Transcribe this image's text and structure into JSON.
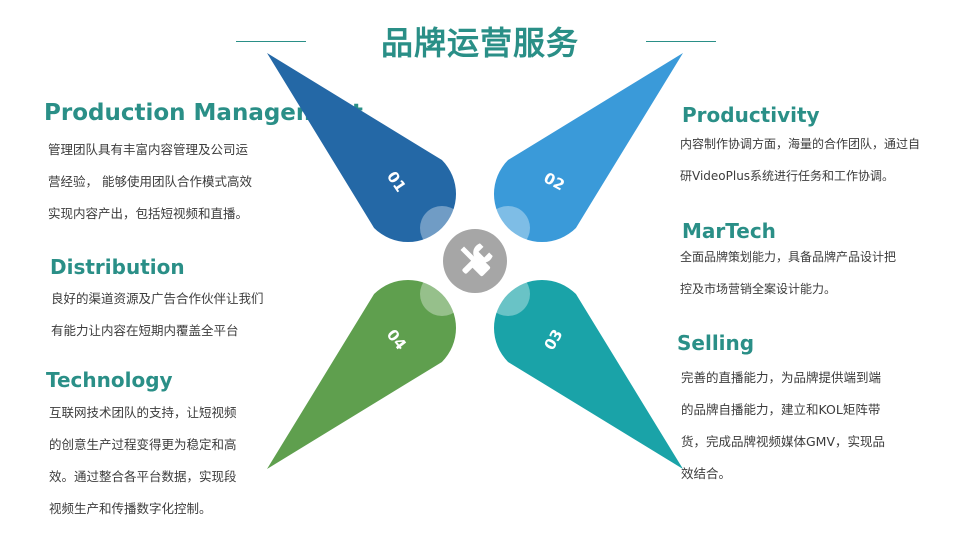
{
  "title": "品牌运营服务",
  "colors": {
    "accent": "#2a8f87",
    "petal_01": "#2468a6",
    "petal_02": "#3a9ad9",
    "petal_03": "#1aa3a8",
    "petal_04": "#5f9f4e",
    "hub": "#a6a6a6"
  },
  "hub_icon": "tools-icon",
  "petals": [
    {
      "num": "01"
    },
    {
      "num": "02"
    },
    {
      "num": "03"
    },
    {
      "num": "04"
    }
  ],
  "left": [
    {
      "heading": "Production Management",
      "lines": [
        "管理团队具有丰富内容管理及公司运",
        "营经验， 能够使用团队合作模式高效",
        "实现内容产出，包括短视频和直播。"
      ]
    },
    {
      "heading": "Distribution",
      "lines": [
        "良好的渠道资源及广告合作伙伴让我们",
        "有能力让内容在短期内覆盖全平台"
      ]
    },
    {
      "heading": "Technology",
      "lines": [
        "互联网技术团队的支持，让短视频",
        "的创意生产过程变得更为稳定和高",
        "效。通过整合各平台数据，实现段",
        "视频生产和传播数字化控制。"
      ]
    }
  ],
  "right": [
    {
      "heading": "Productivity",
      "lines": [
        "内容制作协调方面，海量的合作团队，通过自",
        "研VideoPlus系统进行任务和工作协调。"
      ]
    },
    {
      "heading": "MarTech",
      "lines": [
        "全面品牌策划能力，具备品牌产品设计把",
        "控及市场营销全案设计能力。"
      ]
    },
    {
      "heading": "Selling",
      "lines": [
        "完善的直播能力，为品牌提供端到端",
        "的品牌自播能力，建立和KOL矩阵带",
        "货，完成品牌视频媒体GMV，实现品",
        "效结合。"
      ]
    }
  ]
}
